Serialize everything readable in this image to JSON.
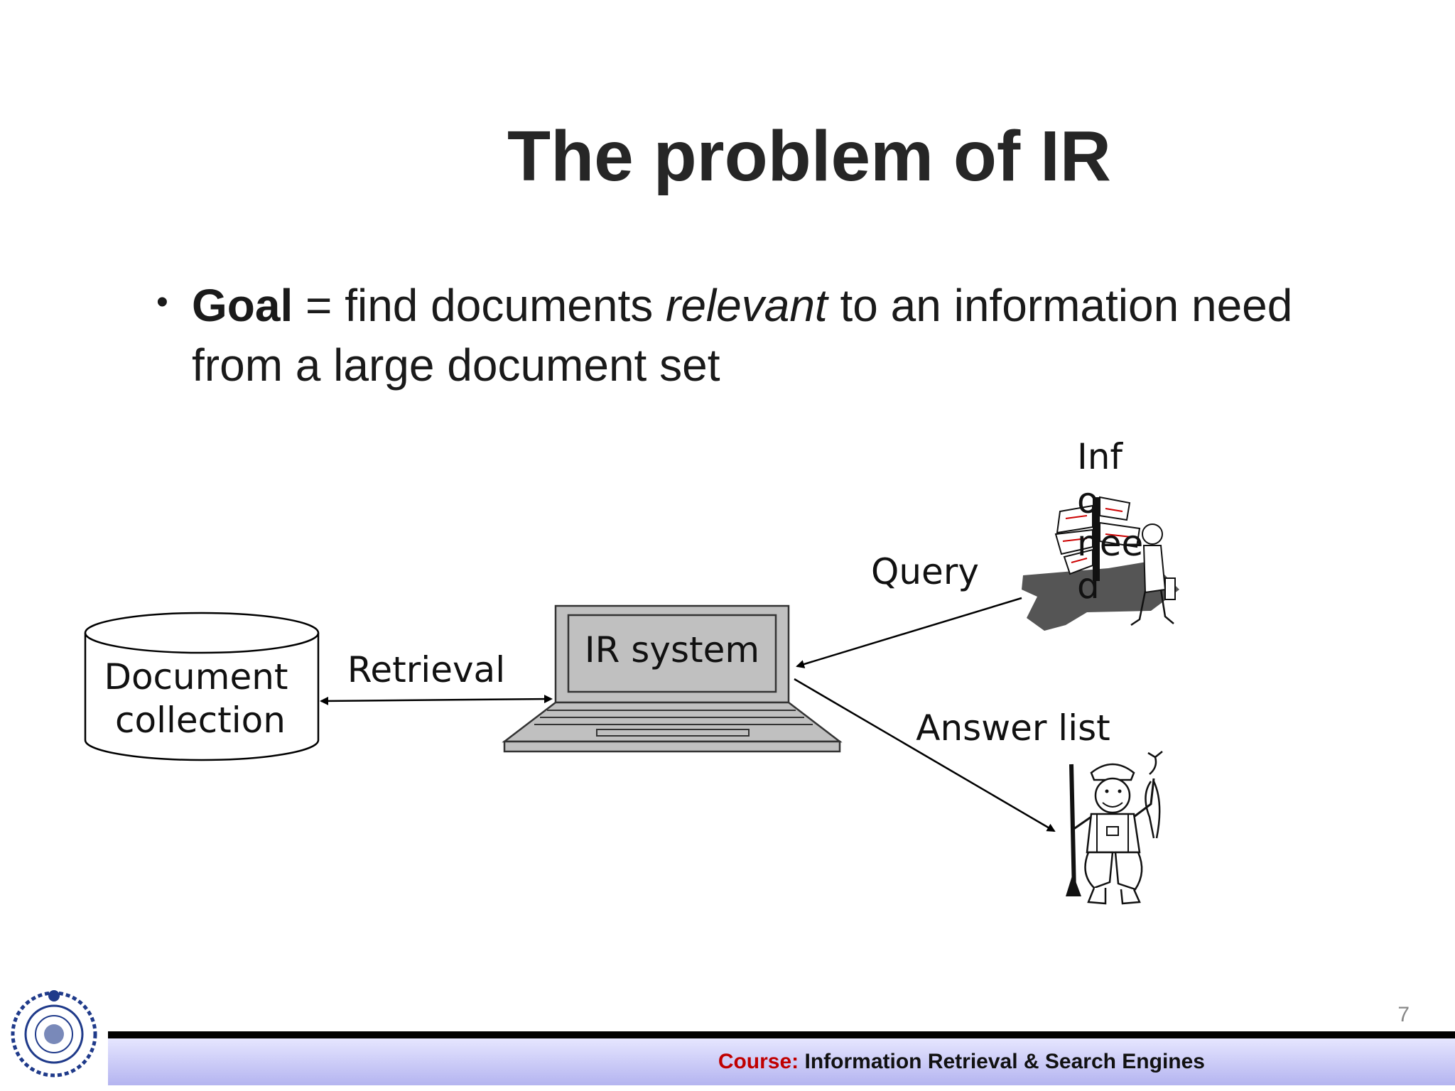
{
  "slide": {
    "title": "The problem of IR",
    "bullet": {
      "marker": "•",
      "bold": "Goal",
      "text1": " = find documents ",
      "italic": "relevant",
      "text2": " to an information need from a large document set"
    }
  },
  "diagram": {
    "document_collection_line1": "Document",
    "document_collection_line2": "collection",
    "retrieval_label": "Retrieval",
    "ir_system_label": "IR system",
    "query_label": "Query",
    "answer_list_label": "Answer list",
    "info_need_lines": [
      "Inf",
      "o",
      "nee",
      "d"
    ]
  },
  "footer": {
    "course_label": "Course:",
    "course_name": " Information Retrieval & Search Engines",
    "page_number": "7"
  }
}
